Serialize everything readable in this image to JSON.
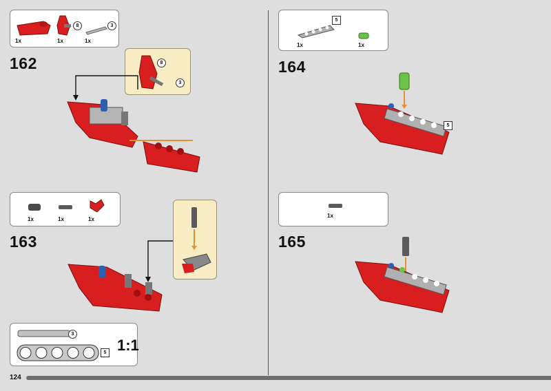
{
  "page": {
    "number": "124"
  },
  "steps": [
    {
      "number": "162",
      "parts": [
        {
          "qty": "1x"
        },
        {
          "qty": "1x",
          "callout": "8"
        },
        {
          "qty": "1x",
          "callout": "3"
        }
      ],
      "subassembly": {
        "callouts": [
          "8",
          "3"
        ]
      }
    },
    {
      "number": "163",
      "parts": [
        {
          "qty": "1x"
        },
        {
          "qty": "1x"
        },
        {
          "qty": "1x"
        }
      ]
    },
    {
      "number": "164",
      "parts": [
        {
          "qty": "1x",
          "callout": "5"
        },
        {
          "qty": "1x"
        }
      ],
      "model_callout": "5"
    },
    {
      "number": "165",
      "parts": [
        {
          "qty": "1x"
        }
      ]
    }
  ],
  "scale_ruler": {
    "axle_callout": "3",
    "beam_callout": "5",
    "label": "1:1"
  },
  "colors": {
    "red": "#d81e1e",
    "grey": "#a9a9a9",
    "dark_grey": "#5a5a5a",
    "blue": "#2e5fb0",
    "green": "#6cc24a",
    "orange": "#e8902e",
    "callout_bg": "#f7ecc4"
  }
}
